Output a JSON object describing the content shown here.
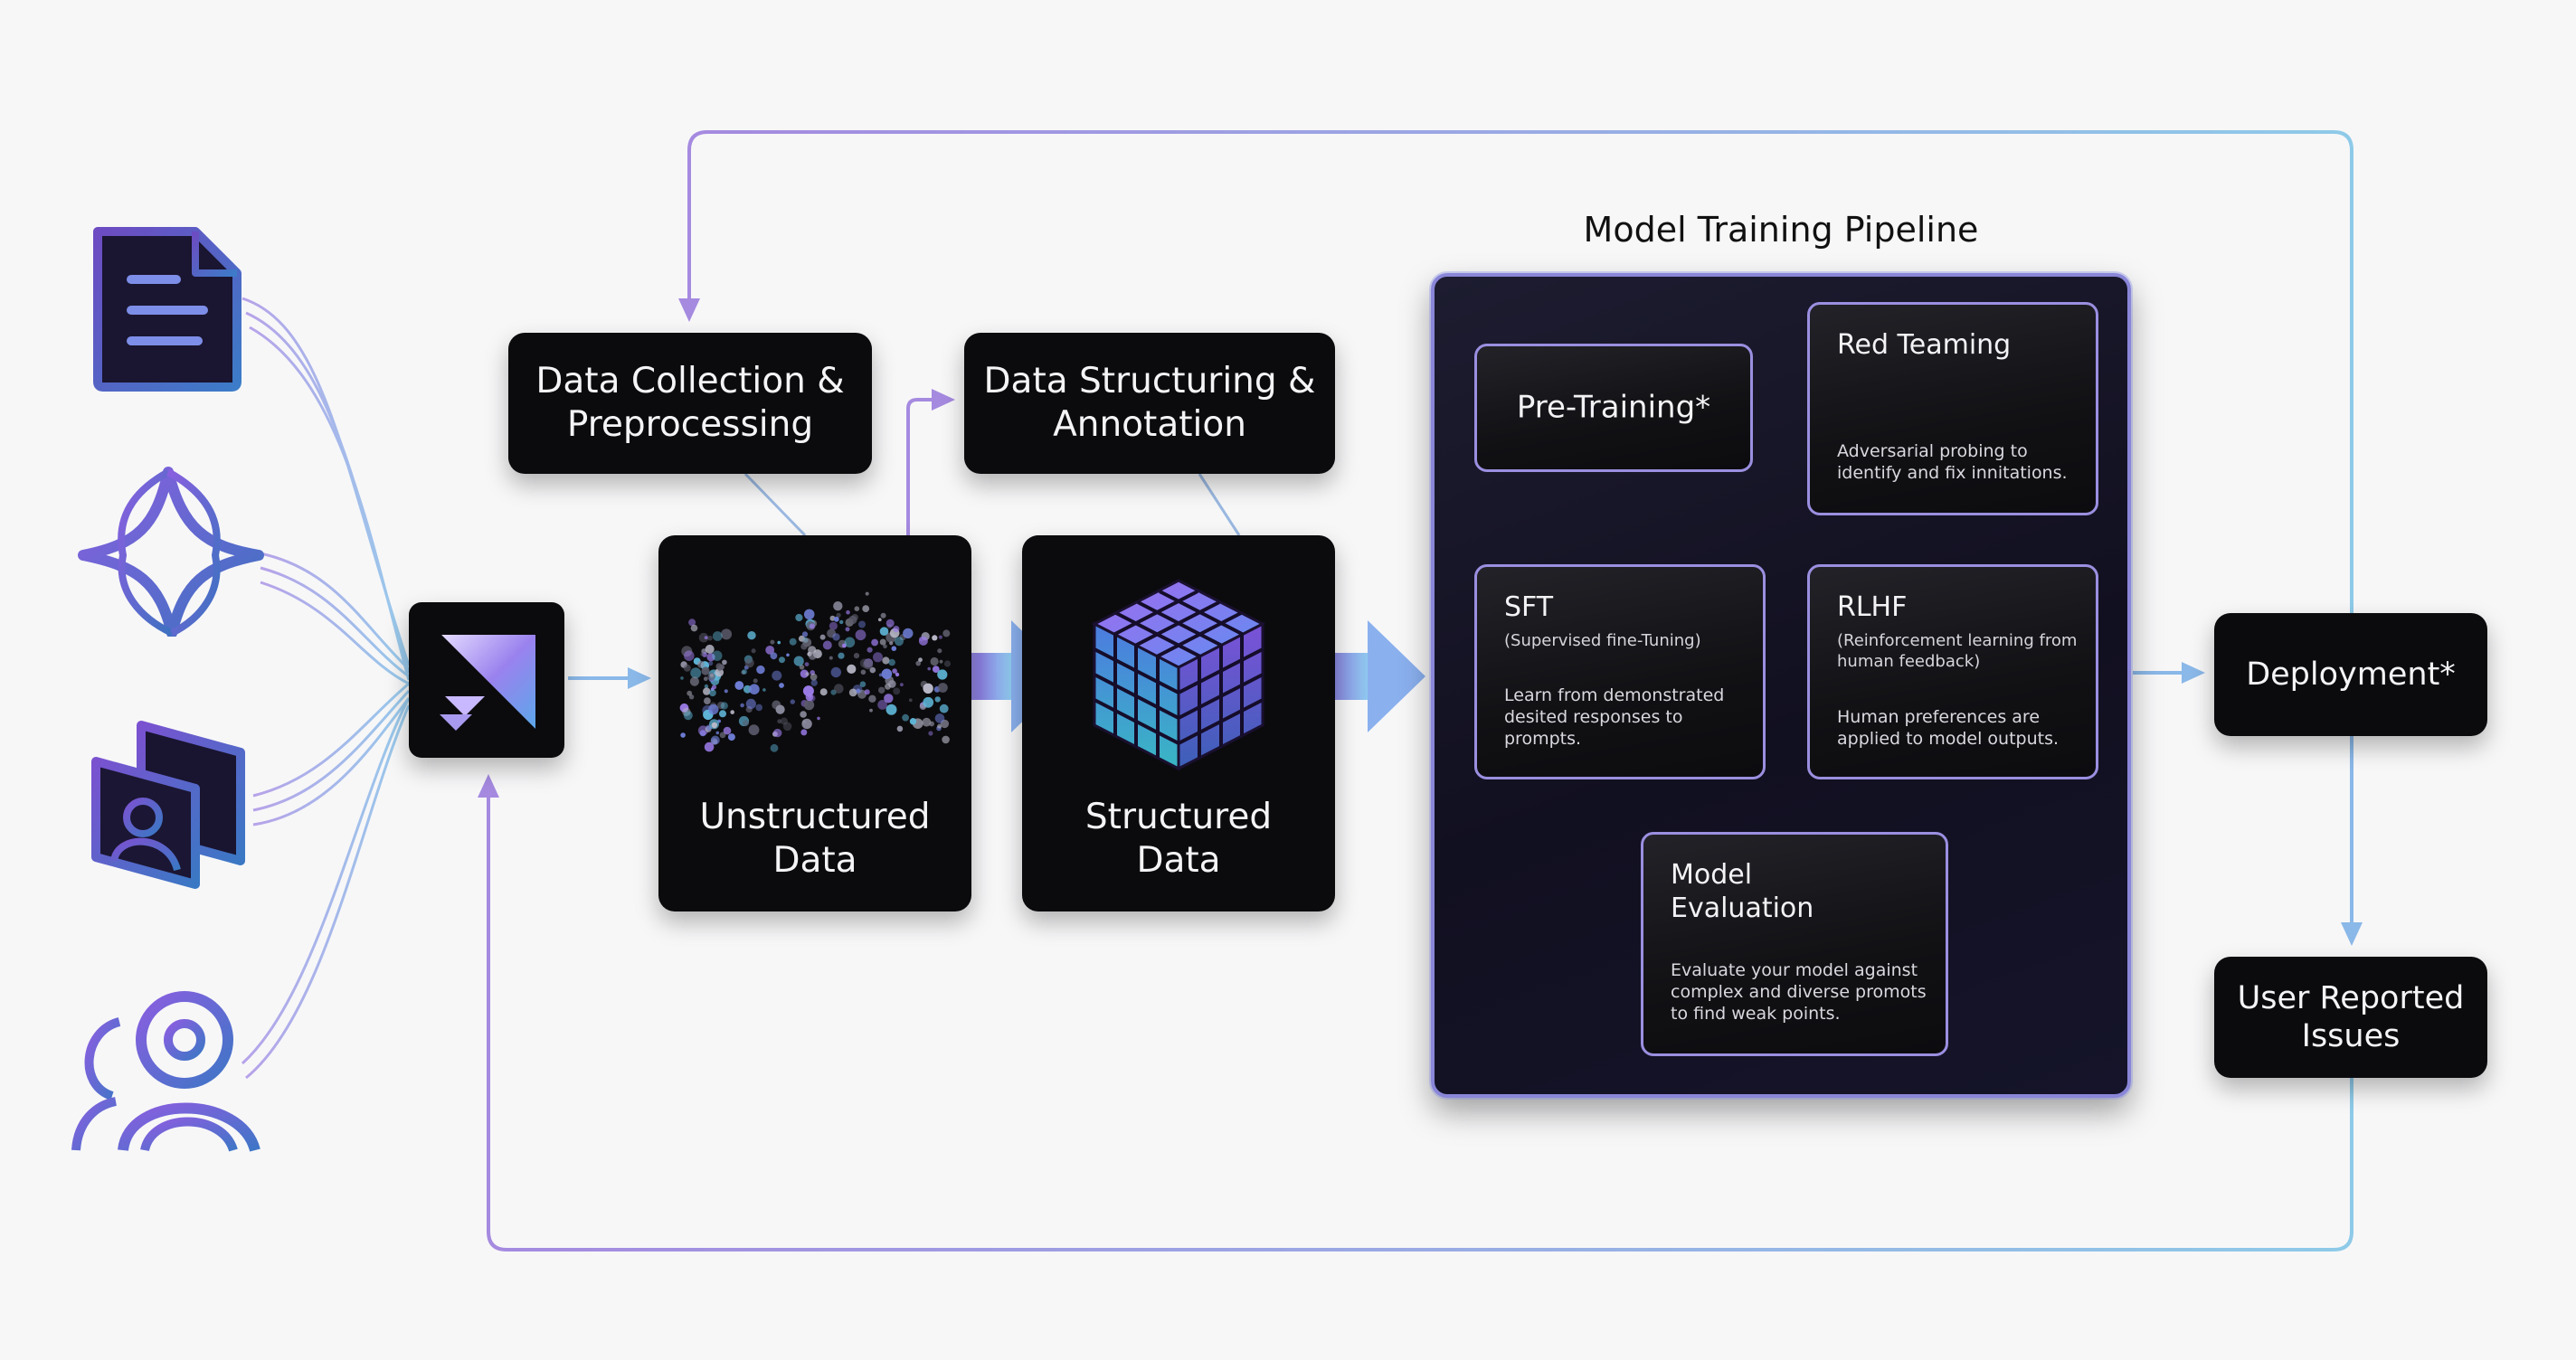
{
  "sources": [
    {
      "name": "document-icon"
    },
    {
      "name": "sparkle-icon"
    },
    {
      "name": "image-folder-icon"
    },
    {
      "name": "users-icon"
    }
  ],
  "hub": {
    "icon": "ingest-hub-icon"
  },
  "steps": {
    "collection": "Data Collection &\nPreprocessing",
    "structuring": "Data Structuring &\nAnnotation",
    "unstructured": "Unstructured\nData",
    "structured": "Structured\nData"
  },
  "pipeline": {
    "title": "Model Training Pipeline",
    "pretraining": {
      "title": "Pre-Training*"
    },
    "red_teaming": {
      "title": "Red Teaming",
      "description": "Adversarial probing to\nidentify and fix innitations."
    },
    "sft": {
      "title": "SFT",
      "subtitle": "(Supervised fine-Tuning)",
      "description": "Learn from demonstrated\ndesited responses to\nprompts."
    },
    "rlhf": {
      "title": "RLHF",
      "subtitle": "(Reinforcement learning from\nhuman feedback)",
      "description": "Human preferences are\napplied to model outputs."
    },
    "evaluation": {
      "title": "Model\nEvaluation",
      "description": "Evaluate your model against\ncomplex and diverse promots\nto find weak points."
    }
  },
  "outputs": {
    "deployment": "Deployment*",
    "user_reported": "User Reported\nIssues"
  },
  "colors": {
    "accent_purple": "#9a86e0",
    "accent_blue": "#8fc4e8",
    "box_dark": "#0b0b0d",
    "background": "#f7f7f8"
  }
}
